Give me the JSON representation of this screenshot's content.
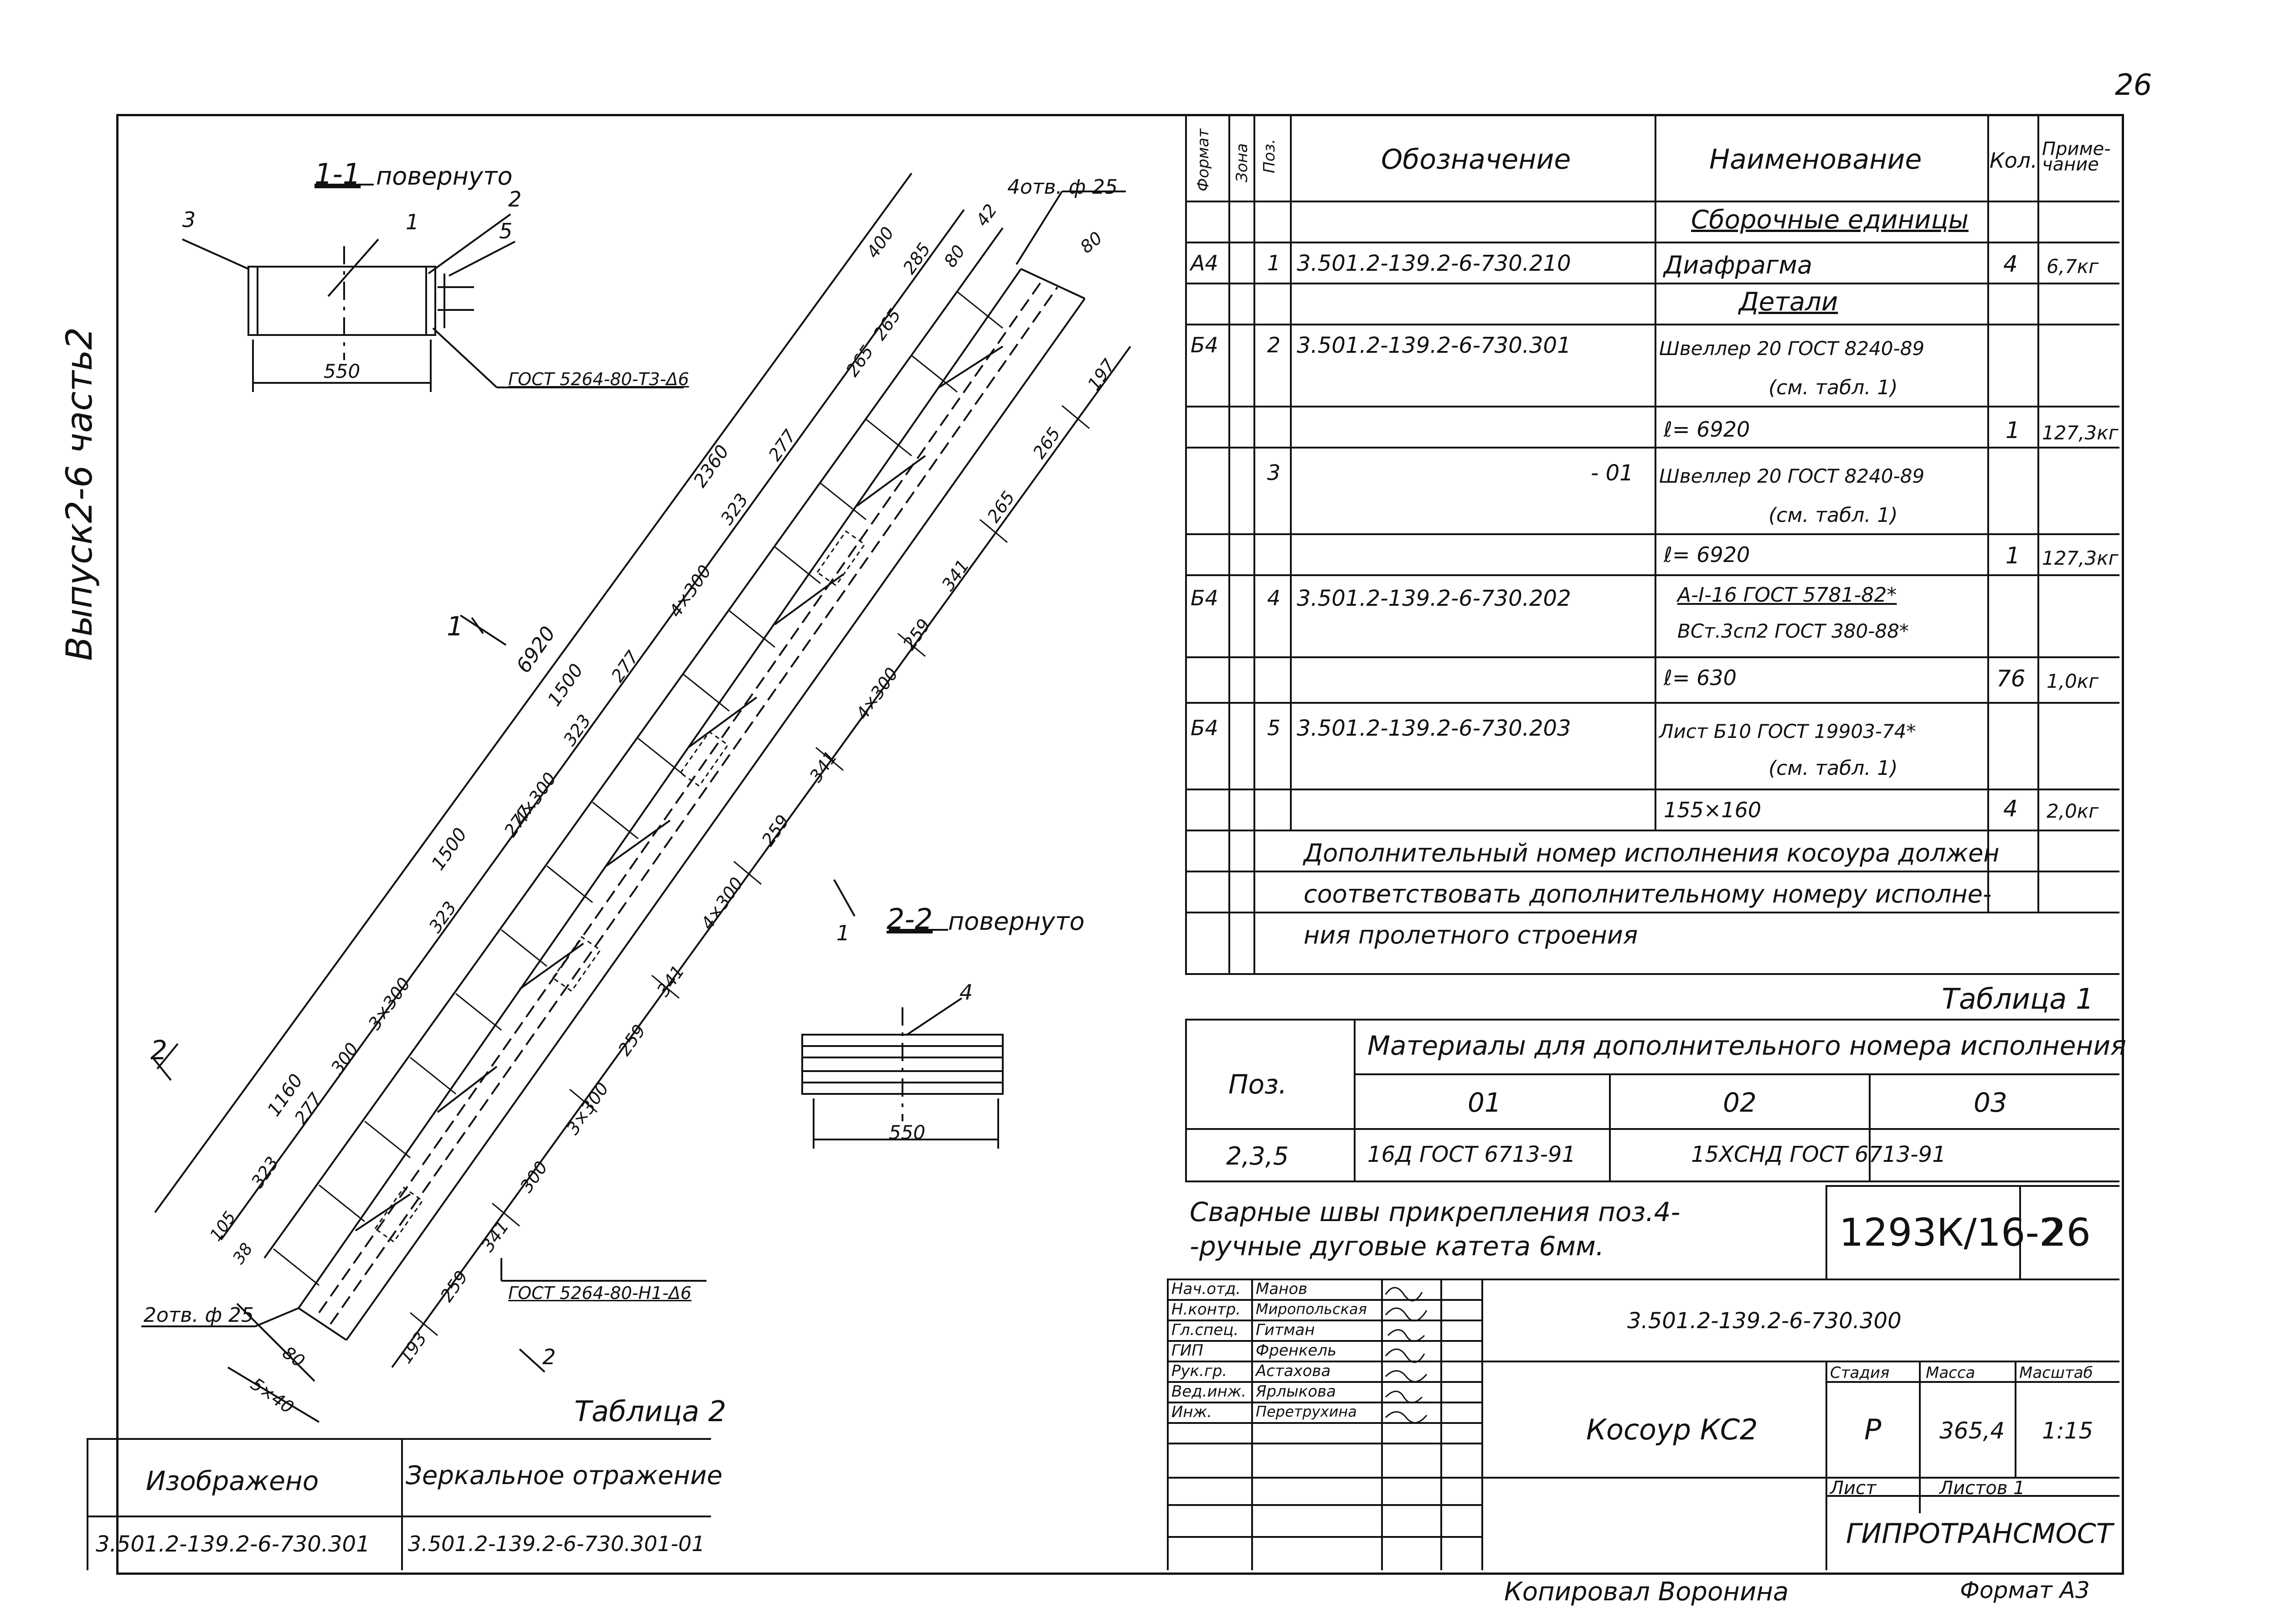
{
  "sheet_number": "26",
  "side_label": "Выпуск2-6 часть2",
  "drawing": {
    "section_1_1": {
      "mark": "1-1",
      "label": "повернуто",
      "dim": "550",
      "callouts": [
        "3",
        "1",
        "2",
        "5"
      ],
      "weld": "ГОСТ 5264-80-Т3-Δ6"
    },
    "section_2_2": {
      "mark": "2-2",
      "label": "повернуто",
      "dim": "550",
      "callout": "4"
    },
    "marks": {
      "one": "1",
      "two": "2"
    },
    "top_labels": [
      "4отв. ф 25",
      "42",
      "80",
      "80"
    ],
    "bottom_labels": [
      "2отв. ф 25",
      "80",
      "5×40",
      "193",
      "38",
      "105"
    ],
    "bottom_weld": "ГОСТ 5264-80-Н1-Δ6",
    "dims_left_outer": [
      "6920"
    ],
    "dims_left_mid": [
      "2360",
      "1500",
      "1500",
      "1160"
    ],
    "dims_left_inner": [
      "400",
      "285",
      "265",
      "265",
      "277",
      "323",
      "4×300",
      "277",
      "323",
      "277",
      "4×300",
      "323",
      "277",
      "3×300",
      "300",
      "277",
      "323"
    ],
    "dims_right": [
      "197",
      "265",
      "265",
      "341",
      "259",
      "4×300",
      "341",
      "259",
      "4×300",
      "341",
      "259",
      "3×300",
      "300",
      "341",
      "259"
    ]
  },
  "spec": {
    "headers": [
      "Формат",
      "Зона",
      "Поз.",
      "Обозначение",
      "Наименование",
      "Кол.",
      "Приме-чание"
    ],
    "rows": [
      {
        "f": "",
        "z": "",
        "p": "",
        "d": "",
        "n": "Сборочные единицы",
        "q": "",
        "r": "",
        "u": true
      },
      {
        "f": "А4",
        "z": "",
        "p": "1",
        "d": "3.501.2-139.2-6-730.210",
        "n": "Диафрагма",
        "q": "4",
        "r": "6,7кг"
      },
      {
        "f": "",
        "z": "",
        "p": "",
        "d": "",
        "n": "Детали",
        "q": "",
        "r": "",
        "u": true
      },
      {
        "f": "Б4",
        "z": "",
        "p": "2",
        "d": "3.501.2-139.2-6-730.301",
        "n": "Швеллер 20 ГОСТ 8240-89",
        "q": "",
        "r": ""
      },
      {
        "f": "",
        "z": "",
        "p": "",
        "d": "",
        "n": "(см. табл. 1)",
        "q": "",
        "r": ""
      },
      {
        "f": "",
        "z": "",
        "p": "",
        "d": "",
        "n": "ℓ= 6920",
        "q": "1",
        "r": "127,3кг"
      },
      {
        "f": "",
        "z": "",
        "p": "3",
        "d": "- 01",
        "n": "Швеллер 20 ГОСТ 8240-89",
        "q": "",
        "r": ""
      },
      {
        "f": "",
        "z": "",
        "p": "",
        "d": "",
        "n": "(см. табл. 1)",
        "q": "",
        "r": ""
      },
      {
        "f": "",
        "z": "",
        "p": "",
        "d": "",
        "n": "ℓ= 6920",
        "q": "1",
        "r": "127,3кг"
      },
      {
        "f": "Б4",
        "z": "",
        "p": "4",
        "d": "3.501.2-139.2-6-730.202",
        "n": "А-I-16 ГОСТ 5781-82*",
        "q": "",
        "r": ""
      },
      {
        "f": "",
        "z": "",
        "p": "",
        "d": "",
        "n": "ВСт.3сп2 ГОСТ 380-88*",
        "q": "",
        "r": ""
      },
      {
        "f": "",
        "z": "",
        "p": "",
        "d": "",
        "n": "ℓ= 630",
        "q": "76",
        "r": "1,0кг"
      },
      {
        "f": "Б4",
        "z": "",
        "p": "5",
        "d": "3.501.2-139.2-6-730.203",
        "n": "Лист Б10 ГОСТ 19903-74*",
        "q": "",
        "r": ""
      },
      {
        "f": "",
        "z": "",
        "p": "",
        "d": "",
        "n": "(см. табл. 1)",
        "q": "",
        "r": ""
      },
      {
        "f": "",
        "z": "",
        "p": "",
        "d": "",
        "n": "155×160",
        "q": "4",
        "r": "2,0кг"
      }
    ],
    "note_lines": [
      "Дополнительный номер исполнения косоура должен",
      "соответствовать дополнительному номеру исполне-",
      "ния пролетного строения"
    ]
  },
  "table1": {
    "title": "Таблица 1",
    "header_pos": "Поз.",
    "header_materials": "Материалы для дополнительного номера исполнения",
    "cols": [
      "01",
      "02",
      "03"
    ],
    "row_pos": "2,3,5",
    "row_values": [
      "16Д ГОСТ 6713-91",
      "15ХСНД ГОСТ 6713-91",
      ""
    ]
  },
  "weld_note": [
    "Сварные швы прикрепления поз.4-",
    "-ручные дуговые катета 6мм."
  ],
  "table2": {
    "title": "Таблица 2",
    "headers": [
      "Изображено",
      "Зеркальное отражение"
    ],
    "values": [
      "3.501.2-139.2-6-730.301",
      "3.501.2-139.2-6-730.301-01"
    ]
  },
  "stamp": {
    "doc_code": "1293К/16-2",
    "sheet": "26",
    "designation": "3.501.2-139.2-6-730.300",
    "title": "Косоур КС2",
    "roles": [
      "Нач.отд.",
      "Н.контр.",
      "Гл.спец.",
      "ГИП",
      "Рук.гр.",
      "Вед.инж.",
      "Инж."
    ],
    "names": [
      "Манов",
      "Миропольская",
      "Гитман",
      "Френкель",
      "Астахова",
      "Ярлыкова",
      "Перетрухина"
    ],
    "stage_label": "Стадия",
    "mass_label": "Масса",
    "scale_label": "Масштаб",
    "stage": "Р",
    "mass": "365,4",
    "scale": "1:15",
    "sheet_label": "Лист",
    "sheets_label": "Листов 1",
    "org": "ГИПРОТРАНСМОСТ"
  },
  "footer": {
    "copied": "Копировал Воронина",
    "format": "Формат А3"
  }
}
